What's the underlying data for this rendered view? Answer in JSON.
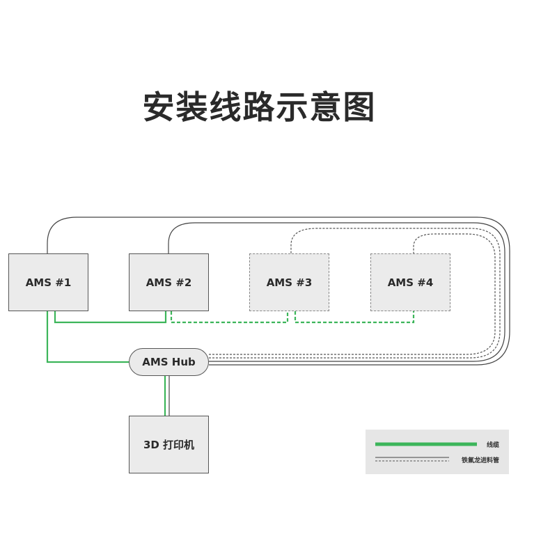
{
  "title": "安装线路示意图",
  "nodes": {
    "ams1": "AMS #1",
    "ams2": "AMS #2",
    "ams3": "AMS #3",
    "ams4": "AMS #4",
    "hub": "AMS Hub",
    "printer": "3D 打印机"
  },
  "legend": {
    "cable": "线缆",
    "ptfe_tube": "铁氟龙进料管"
  },
  "colors": {
    "cable_green": "#3cb55a",
    "tube_dark": "#444444",
    "box_fill": "#ebebeb"
  }
}
